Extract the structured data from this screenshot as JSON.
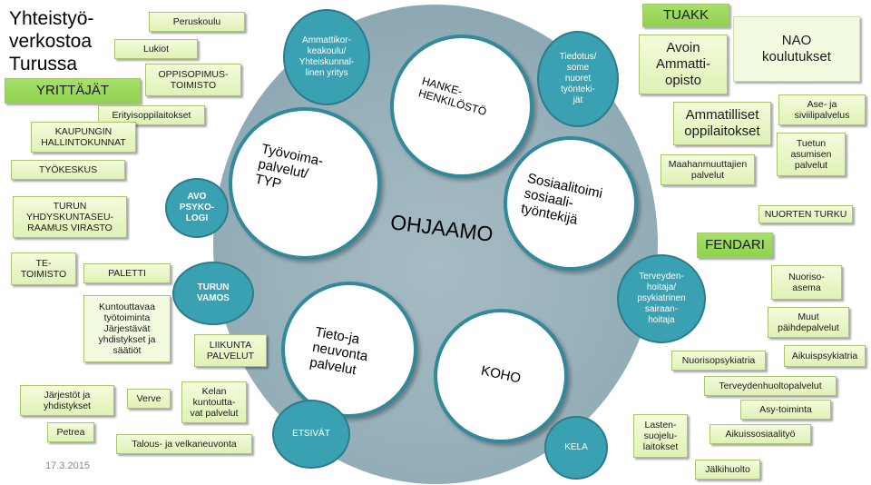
{
  "title": "Yhteistyö-\nverkostoa\nTurussa",
  "date": "17.3.2015",
  "center_label": "OHJAAMO",
  "left_boxes": {
    "peruskoulu": "Peruskoulu",
    "lukiot": "Lukiot",
    "oppisopimus": "OPPISOPIMUS-\nTOIMISTO",
    "yrittajat": "YRITTÄJÄT",
    "erityis": "Erityisoppilaitokset",
    "kaupungin": "KAUPUNGIN\nHALLINTOKUNNAT",
    "tyokeskus": "TYÖKESKUS",
    "turun_yhd": "TURUN\nYHDYSKUNTASEU-\nRAAMUS VIRASTO",
    "te": "TE-\nTOIMISTO",
    "paletti": "PALETTI",
    "kuntouttava": "Kuntouttavaa\ntyötoiminta\nJärjestävät\nyhdistykset ja\nsäätiöt",
    "liikunta": "LIIKUNTA\nPALVELUT",
    "jarjestot": "Järjestöt ja\nyhdistykset",
    "verve": "Verve",
    "kelan": "Kelan\nkuntoutta-\nvat palvelut",
    "petrea": "Petrea",
    "talous": "Talous- ja velkaneuvonta"
  },
  "right_boxes": {
    "tuakk": "TUAKK",
    "avoin": "Avoin\nAmmatti-\nopisto",
    "nao": "NAO\nkoulutukset",
    "ammatilliset": "Ammatilliset\noppilaitokset",
    "ase": "Ase- ja\nsiviilipalvelus",
    "maahanmuuttajien": "Maahanmuuttajien\npalvelut",
    "tuetun": "Tuetun\nasumisen\npalvelut",
    "nuorten_turku": "NUORTEN TURKU",
    "fendari": "FENDARI",
    "nuoriso": "Nuoriso-\nasema",
    "muut": "Muut\npäihdepalvelut",
    "nuorisopsyk": "Nuorisopsykiatria",
    "aikuispsyk": "Aikuispsykiatria",
    "terveydenhuolto": "Terveydenhuoltopalvelut",
    "asy": "Asy-toiminta",
    "lasten": "Lasten-\nsuojelu-\nlaitokset",
    "aikuissos": "Aikuissosiaalityö",
    "jalkihuolto": "Jälkihuolto"
  },
  "teal_circles": {
    "ammattikorkeakoulu": "Ammattikor-\nkeakoulu/\nYhteiskunnal-\nlinen yritys",
    "tiedotus": "Tiedotus/\nsome\nnuoret\ntyönteki-\njät",
    "avo_psykologi": "AVO\nPSYKO-\nLOGI",
    "turun_vamos": "TURUN\nVAMOS",
    "terveydenhoitaja": "Terveyden-\nhoitaja/\npsykiatrinen\nsairaan-\nhoitaja",
    "etsivat": "ETSIVÄT",
    "kela": "KELA"
  },
  "inner_circles": {
    "tyovoima": "Työvoima-\npalvelut/\nTYP",
    "hanke": "HANKE-\nHENKILÖSTÖ",
    "sosiaali": "Sosiaalitoimi\nsosiaali-\ntyöntekijä",
    "tieto": "Tieto-ja\nneuvonta\npalvelut",
    "koho": "KOHO"
  },
  "colors": {
    "box_fill": "#dff2b6",
    "box_bright": "#8fd14f",
    "teal": "#3aa1b3",
    "ring": "#94aeb8",
    "inner_border": "#31899a"
  }
}
